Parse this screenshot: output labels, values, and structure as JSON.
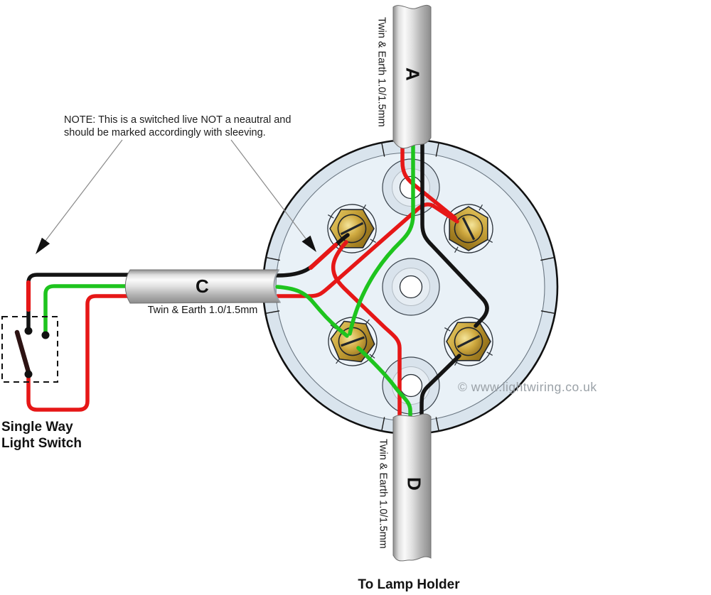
{
  "note": {
    "line1": "NOTE: This is a switched live NOT a neautral and",
    "line2": "should be marked accordingly with sleeving."
  },
  "cables": {
    "a": {
      "label": "A",
      "spec": "Twin & Earth 1.0/1.5mm"
    },
    "c": {
      "label": "C",
      "spec": "Twin & Earth 1.0/1.5mm"
    },
    "d": {
      "label": "D",
      "spec": "Twin & Earth 1.0/1.5mm"
    }
  },
  "switch": {
    "caption_line1": "Single Way",
    "caption_line2": "Light Switch"
  },
  "lamp_caption": "To Lamp Holder",
  "watermark": "© www.lightwiring.co.uk",
  "colors": {
    "live": "#e61717",
    "sleeve": "#e61717",
    "earth": "#1ec41e",
    "neutral": "#141414",
    "lever": "#2d1313",
    "box_fill": "#e9f1f7",
    "box_rim": "#d9e4ed",
    "outline": "#1a1a1a",
    "arrow_line": "#8a8a8a",
    "watermark_grey": "#9aa1a7"
  }
}
